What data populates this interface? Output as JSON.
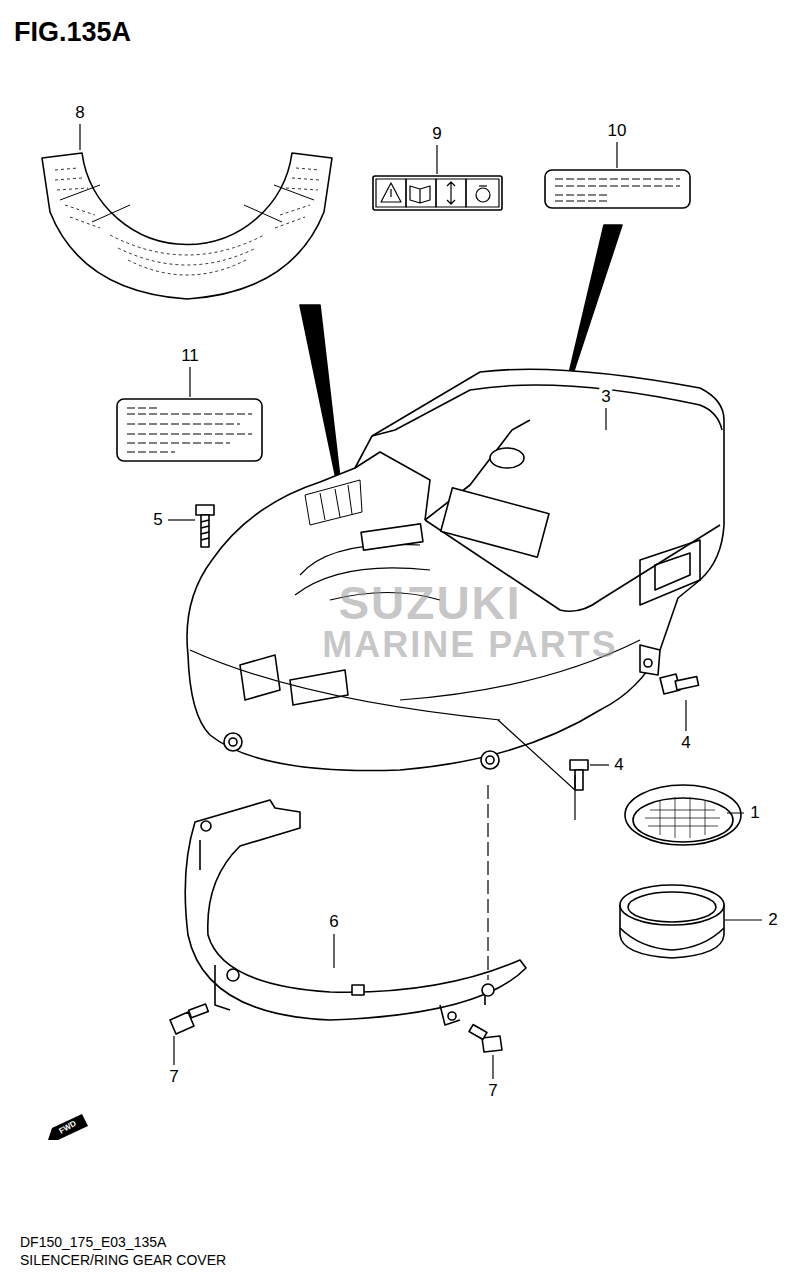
{
  "diagram": {
    "title": "FIG.135A",
    "caption": "SILENCER/RING GEAR COVER",
    "labels": [
      "8",
      "9",
      "10",
      "11",
      "3",
      "5",
      "4",
      "4",
      "1",
      "2",
      "6",
      "7",
      "7",
      "SUZUKI",
      "MARINE PARTS",
      "FWD",
      "DF150_175_E03_135A"
    ]
  }
}
